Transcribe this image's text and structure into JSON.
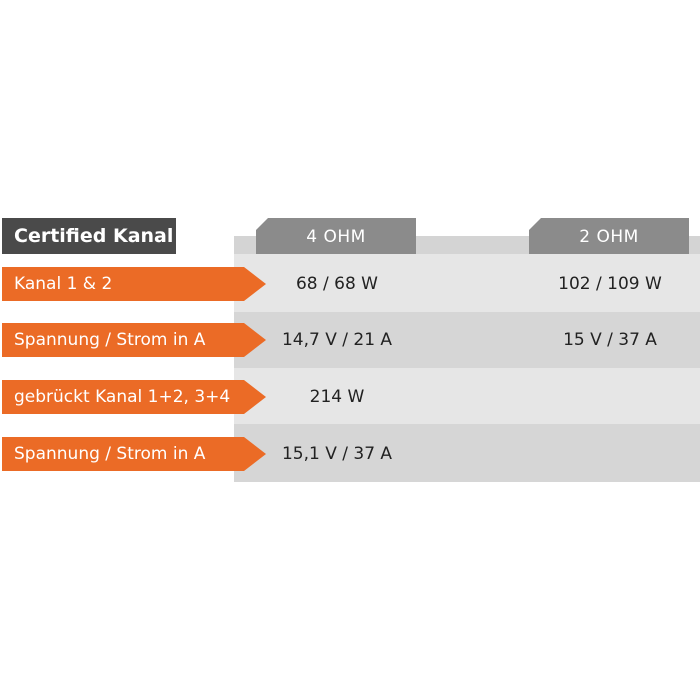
{
  "title": "Certified Kanal",
  "columns": [
    "4 OHM",
    "2 OHM"
  ],
  "rows": [
    {
      "label": "Kanal 1 & 2",
      "values": [
        "68 / 68 W",
        "102 / 109 W"
      ]
    },
    {
      "label": "Spannung / Strom in A",
      "values": [
        "14,7 V / 21 A",
        "15 V / 37 A"
      ]
    },
    {
      "label": "gebrückt Kanal 1+2, 3+4",
      "values": [
        "214 W",
        ""
      ]
    },
    {
      "label": "Spannung / Strom in A",
      "values": [
        "15,1 V / 37 A",
        ""
      ]
    }
  ],
  "colors": {
    "accent": "#eb6b26",
    "title_bg": "#4a4a4a",
    "header_tab": "#8b8b8b"
  }
}
